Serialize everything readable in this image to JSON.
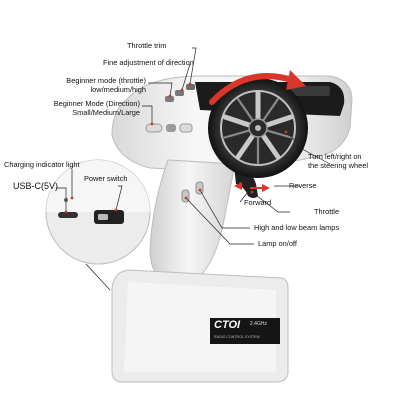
{
  "labels": {
    "throttle_trim": "Throttle trim",
    "fine_adjustment": "Fine adjustment of direction",
    "beginner_throttle_1": "Beginner mode (throttle)",
    "beginner_throttle_2": "low/medium/high",
    "beginner_direction_1": "Beginner Mode (Direction)",
    "beginner_direction_2": "Small/Medium/Large",
    "charging_light": "Charging indicator light",
    "usb_c": "USB-C(5V)",
    "power_switch": "Power switch",
    "turn_1": "Turn left/right on",
    "turn_2": "the steering wheel",
    "reverse": "Reverse",
    "forward": "Forward",
    "throttle": "Throttle",
    "high_low_beam": "High and low beam lamps",
    "lamp_onoff": "Lamp on/off"
  },
  "brand": {
    "logo": "CTOI",
    "model": "2.4GHz",
    "caption": "RADIO CONTROL SYSTEM"
  },
  "colors": {
    "body": "#f2f2f2",
    "body_shadow": "#c9c9c9",
    "wheel_rim": "#1e1e1e",
    "wheel_spokes": "#a9a9a9",
    "arrow": "#d8362a",
    "leader_dot": "#c0392b",
    "leader_line": "#222222"
  }
}
